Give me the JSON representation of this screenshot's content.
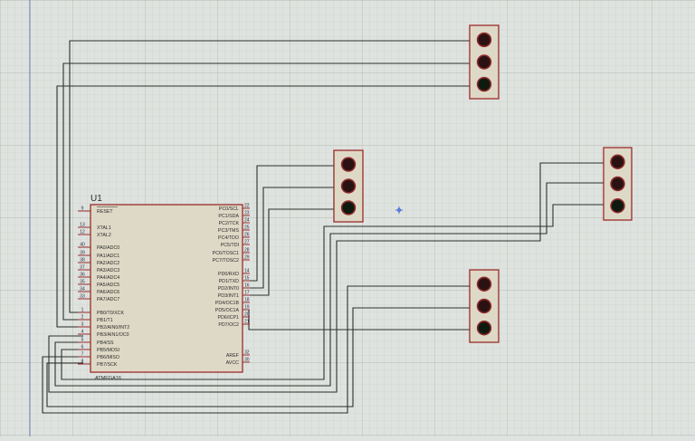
{
  "component": {
    "ref": "U1",
    "part": "ATMEGA16",
    "left_pins": [
      {
        "num": "9",
        "name": "RESET"
      },
      {
        "num": "13",
        "name": "XTAL1"
      },
      {
        "num": "12",
        "name": "XTAL2"
      },
      {
        "num": "40",
        "name": "PA0/ADC0"
      },
      {
        "num": "39",
        "name": "PA1/ADC1"
      },
      {
        "num": "38",
        "name": "PA2/ADC2"
      },
      {
        "num": "37",
        "name": "PA3/ADC3"
      },
      {
        "num": "36",
        "name": "PA4/ADC4"
      },
      {
        "num": "35",
        "name": "PA5/ADC5"
      },
      {
        "num": "34",
        "name": "PA6/ADC6"
      },
      {
        "num": "33",
        "name": "PA7/ADC7"
      },
      {
        "num": "1",
        "name": "PB0/T0/XCK"
      },
      {
        "num": "2",
        "name": "PB1/T1"
      },
      {
        "num": "3",
        "name": "PB2/AIN0/INT2"
      },
      {
        "num": "4",
        "name": "PB3/AIN1/OC0"
      },
      {
        "num": "5",
        "name": "PB4/SS"
      },
      {
        "num": "6",
        "name": "PB5/MOSI"
      },
      {
        "num": "7",
        "name": "PB6/MISO"
      },
      {
        "num": "8",
        "name": "PB7/SCK"
      }
    ],
    "right_pins": [
      {
        "num": "22",
        "name": "PC0/SCL"
      },
      {
        "num": "23",
        "name": "PC1/SDA"
      },
      {
        "num": "24",
        "name": "PC2/TCK"
      },
      {
        "num": "25",
        "name": "PC3/TMS"
      },
      {
        "num": "26",
        "name": "PC4/TDO"
      },
      {
        "num": "27",
        "name": "PC5/TDI"
      },
      {
        "num": "28",
        "name": "PC6/TOSC1"
      },
      {
        "num": "29",
        "name": "PC7/TOSC2"
      },
      {
        "num": "14",
        "name": "PD0/RXD"
      },
      {
        "num": "15",
        "name": "PD1/TXD"
      },
      {
        "num": "16",
        "name": "PD2/INT0"
      },
      {
        "num": "17",
        "name": "PD3/INT1"
      },
      {
        "num": "18",
        "name": "PD4/OC1B"
      },
      {
        "num": "19",
        "name": "PD5/OC1A"
      },
      {
        "num": "20",
        "name": "PD6/ICP1"
      },
      {
        "num": "21",
        "name": "PD7/OC2"
      },
      {
        "num": "32",
        "name": "AREF"
      },
      {
        "num": "30",
        "name": "AVCC"
      }
    ]
  },
  "traffic_lights": [
    {
      "id": "light-top"
    },
    {
      "id": "light-mid-left"
    },
    {
      "id": "light-right"
    },
    {
      "id": "light-bottom"
    }
  ],
  "colors": {
    "background": "#dfe3df",
    "grid_minor": "#c6ccc6",
    "component_border": "#9a2b2b",
    "component_fill": "#ded9c6",
    "wire": "#2c302c",
    "lamp": "#2a1212",
    "lamp_dark": "#0f1a0f",
    "cursor": "#4a6fd6"
  }
}
